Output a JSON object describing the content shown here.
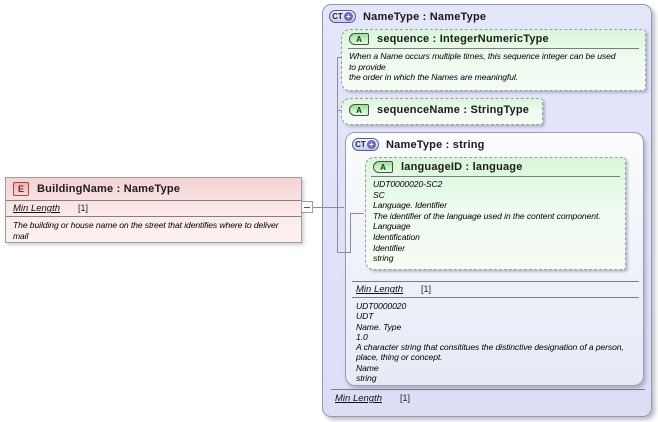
{
  "element_box": {
    "icon_label": "E",
    "title": "BuildingName : NameType",
    "facet_name": "Min Length",
    "facet_cardinality": "[1]",
    "description": "The building or house name on the street that identifies where to deliver mail"
  },
  "outer_box": {
    "icon_label": "CT",
    "plus": "+",
    "title": "NameType : NameType",
    "facet_name": "Min Length",
    "facet_cardinality": "[1]",
    "attributes": [
      {
        "icon_label": "A",
        "title": "sequence : IntegerNumericType",
        "annotation_lines": [
          "When a Name occurs multiple times, this sequence integer can be used",
          "to provide",
          "the order in which the Names are meaningful."
        ]
      },
      {
        "icon_label": "A",
        "title": "sequenceName : StringType"
      }
    ],
    "inner_box": {
      "icon_label": "CT",
      "plus": "+",
      "title": "NameType : string",
      "attribute": {
        "icon_label": "A",
        "title": "languageID : language",
        "annotation_lines": [
          "UDT0000020-SC2",
          "SC",
          "Language. Identifier",
          "The identifier of the language used in the content component.",
          "Language",
          "Identification",
          "Identifier",
          "string"
        ]
      },
      "facet_name": "Min Length",
      "facet_cardinality": "[1]",
      "info_lines": [
        "UDT0000020",
        "UDT",
        "Name. Type",
        "1.0",
        "A character string that consititues the distinctive designation of a person, place, thing or concept.",
        "Name",
        "string"
      ]
    }
  },
  "colors": {
    "outer_box_fill": "#dee0f7",
    "inner_box_fill": "#f2f3fb",
    "attribute_fill": "#e3f9e3",
    "element_fill": "#f7d9d9",
    "line": "#8b8b9d"
  }
}
